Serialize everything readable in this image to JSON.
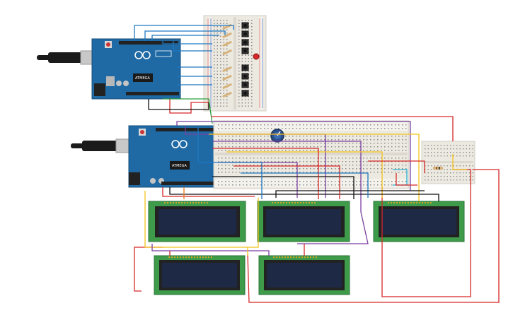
{
  "colors": {
    "arduino_board": "#1f6aa5",
    "arduino_border": "#174f7c",
    "chip": "#1a1a1a",
    "usb_metal": "#c8c8c8",
    "usb_cable": "#1b1b1b",
    "breadboard": "#ece9e1",
    "lcd_pcb": "#3d9b4a",
    "lcd_screen": "#1e2a45",
    "wire_red": "#d62828",
    "wire_blue": "#1f78c1",
    "wire_purple": "#7b3fa0",
    "wire_yellow": "#f2c31b",
    "wire_black": "#111111",
    "wire_green": "#2e9e3f",
    "wire_orange": "#e87b1e",
    "wire_cyan": "#2bb3d6"
  },
  "components": {
    "arduinos": [
      {
        "name": "arduino-uno-1",
        "chip_label": "ATMEGA"
      },
      {
        "name": "arduino-uno-2",
        "chip_label": "ATMEGA"
      }
    ],
    "breadboards": [
      "breadboard-buttons",
      "breadboard-main",
      "breadboard-small"
    ],
    "lcds": [
      "lcd-1",
      "lcd-2",
      "lcd-3",
      "lcd-4",
      "lcd-5"
    ],
    "potentiometer": "potentiometer",
    "led": "red-led"
  }
}
